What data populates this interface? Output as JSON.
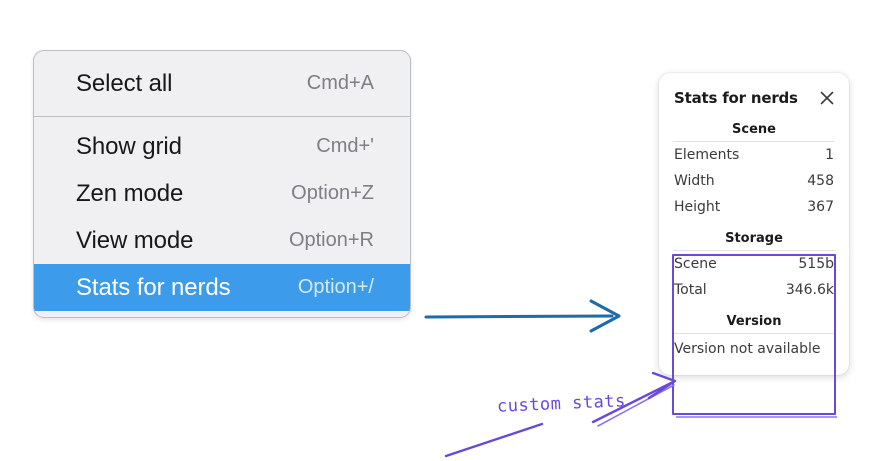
{
  "context_menu": {
    "groups": [
      {
        "items": [
          {
            "label": "Select all",
            "shortcut": "Cmd+A",
            "selected": false
          }
        ]
      },
      {
        "items": [
          {
            "label": "Show grid",
            "shortcut": "Cmd+'",
            "selected": false
          },
          {
            "label": "Zen mode",
            "shortcut": "Option+Z",
            "selected": false
          },
          {
            "label": "View mode",
            "shortcut": "Option+R",
            "selected": false
          },
          {
            "label": "Stats for nerds",
            "shortcut": "Option+/",
            "selected": true
          }
        ]
      }
    ],
    "highlight_color": "#3d9bec"
  },
  "stats_panel": {
    "title": "Stats for nerds",
    "close_icon": "close-icon",
    "sections": [
      {
        "title": "Scene",
        "rows": [
          {
            "key": "Elements",
            "value": "1"
          },
          {
            "key": "Width",
            "value": "458"
          },
          {
            "key": "Height",
            "value": "367"
          }
        ]
      },
      {
        "title": "Storage",
        "rows": [
          {
            "key": "Scene",
            "value": "515b"
          },
          {
            "key": "Total",
            "value": "346.6k"
          }
        ]
      },
      {
        "title": "Version",
        "text": "Version not available"
      }
    ]
  },
  "annotations": {
    "custom_stats_label": "custom stats",
    "highlight_color": "#6a49d8",
    "arrow_color": "#1d6ba8"
  }
}
